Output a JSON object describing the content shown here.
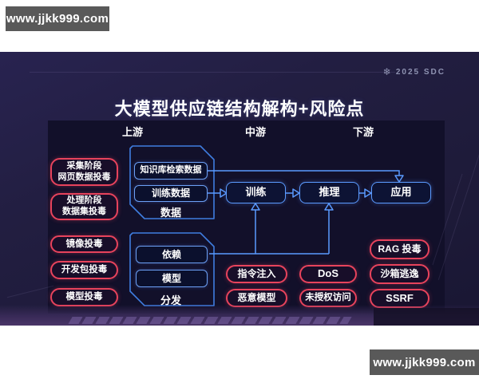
{
  "watermark": {
    "text": "www.jjkk999.com"
  },
  "slide": {
    "logo": {
      "icon": "snowflake-icon",
      "text": "2025 SDC"
    },
    "title": "大模型供应链结构解构+风险点",
    "columns": [
      {
        "label": "上游"
      },
      {
        "label": "中游"
      },
      {
        "label": "下游"
      }
    ]
  },
  "diagram": {
    "left_risks": [
      {
        "label": "采集阶段\n网页数据投毒"
      },
      {
        "label": "处理阶段\n数据集投毒"
      },
      {
        "label": "镜像投毒"
      },
      {
        "label": "开发包投毒"
      },
      {
        "label": "模型投毒"
      }
    ],
    "data_group": {
      "label": "数据",
      "items": [
        {
          "label": "知识库检索数据"
        },
        {
          "label": "训练数据"
        }
      ]
    },
    "distribution_group": {
      "label": "分发",
      "items": [
        {
          "label": "依赖"
        },
        {
          "label": "模型"
        }
      ]
    },
    "flow": [
      {
        "label": "训练"
      },
      {
        "label": "推理"
      },
      {
        "label": "应用"
      }
    ],
    "mid_risks": [
      {
        "label": "指令注入"
      },
      {
        "label": "DoS"
      },
      {
        "label": "恶意模型"
      },
      {
        "label": "未授权访问"
      }
    ],
    "right_risks": [
      {
        "label": "RAG 投毒"
      },
      {
        "label": "沙箱逃逸"
      },
      {
        "label": "SSRF"
      }
    ]
  },
  "colors": {
    "accent_red": "#e8435c",
    "accent_blue": "#5b9bff",
    "slide_background": "#211e3f",
    "panel_background": "#12102a",
    "watermark_background": "#595959"
  }
}
